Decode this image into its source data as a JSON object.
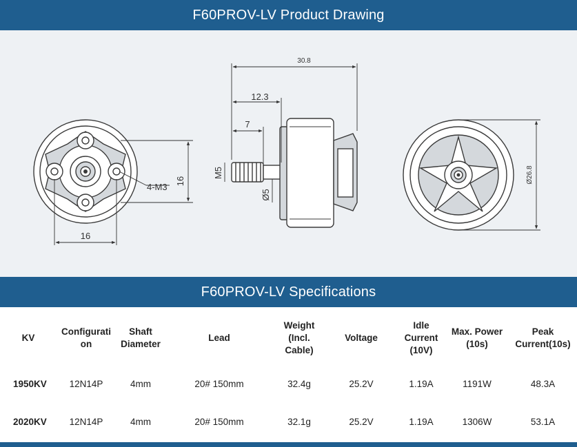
{
  "drawing": {
    "title": "F60PROV-LV Product Drawing",
    "labels": {
      "front_mount_pattern": "4-M3",
      "front_width": "16",
      "front_height": "16",
      "overall_length": "30.8",
      "bell_length": "12.3",
      "shaft_length": "7",
      "shaft_thread": "M5",
      "shaft_diameter": "Ø5",
      "rear_diameter": "Ø26.8"
    }
  },
  "specs": {
    "title": "F60PROV-LV Specifications",
    "headers": [
      "KV",
      "Configurati on",
      "Shaft Diameter",
      "Lead",
      "Weight (Incl. Cable)",
      "Voltage",
      "Idle Current (10V)",
      "Max. Power (10s)",
      "Peak Current(10s)"
    ],
    "rows": [
      [
        "1950KV",
        "12N14P",
        "4mm",
        "20# 150mm",
        "32.4g",
        "25.2V",
        "1.19A",
        "1191W",
        "48.3A"
      ],
      [
        "2020KV",
        "12N14P",
        "4mm",
        "20# 150mm",
        "32.1g",
        "25.2V",
        "1.19A",
        "1306W",
        "53.1A"
      ]
    ]
  }
}
